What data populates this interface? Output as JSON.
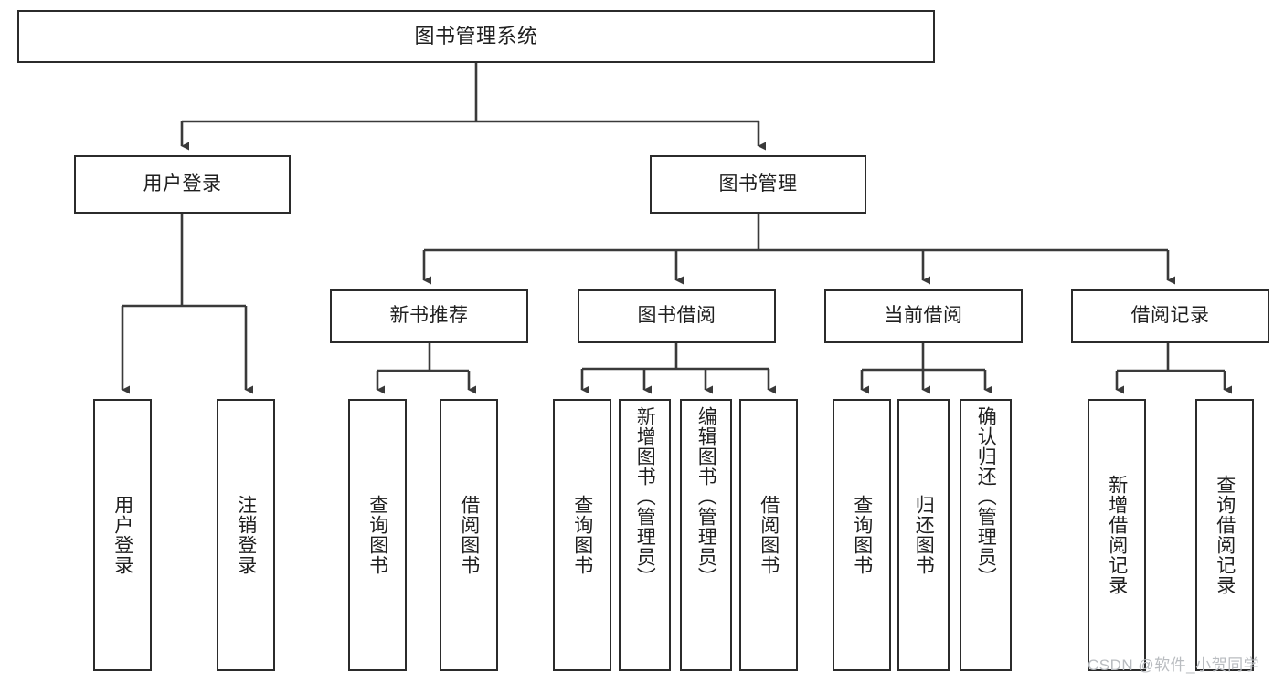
{
  "diagram": {
    "type": "tree",
    "title": "图书管理系统",
    "watermark": "CSDN @软件_小贺同学",
    "colors": {
      "border": "#2b2b2b",
      "text": "#1f1f1f",
      "background": "#ffffff",
      "connector": "#3a3a3a",
      "watermark": "#b9bcc0"
    }
  },
  "root": {
    "label": "图书管理系统"
  },
  "level2": [
    {
      "label": "用户登录"
    },
    {
      "label": "图书管理"
    }
  ],
  "level3": [
    {
      "label": "新书推荐"
    },
    {
      "label": "图书借阅"
    },
    {
      "label": "当前借阅"
    },
    {
      "label": "借阅记录"
    }
  ],
  "leaves": {
    "user_login": [
      {
        "label": "用户登录"
      },
      {
        "label": "注销登录"
      }
    ],
    "new_book_recommend": [
      {
        "label": "查询图书"
      },
      {
        "label": "借阅图书"
      }
    ],
    "book_borrow": [
      {
        "label": "查询图书"
      },
      {
        "label": "新增图书（管理员）"
      },
      {
        "label": "编辑图书（管理员）"
      },
      {
        "label": "借阅图书"
      }
    ],
    "current_borrow": [
      {
        "label": "查询图书"
      },
      {
        "label": "归还图书"
      },
      {
        "label": "确认归还（管理员）"
      }
    ],
    "borrow_record": [
      {
        "label": "新增借阅记录"
      },
      {
        "label": "查询借阅记录"
      }
    ]
  }
}
